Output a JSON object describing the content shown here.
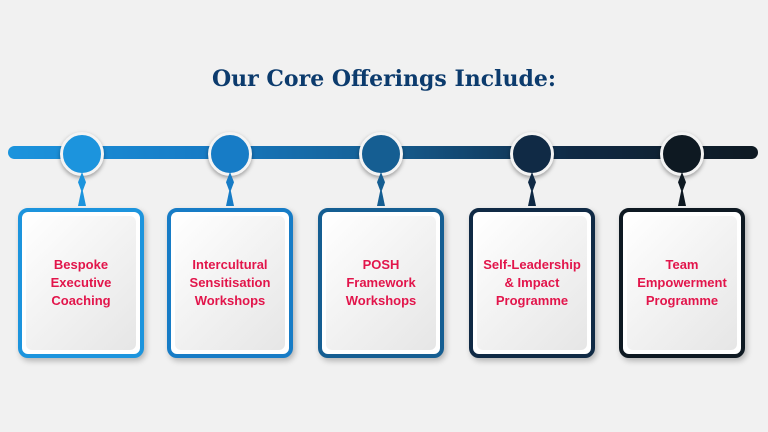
{
  "title": "Our Core Offerings Include:",
  "offerings": [
    {
      "label": "Bespoke\nExecutive\nCoaching",
      "color": "#1c94dd"
    },
    {
      "label": "Intercultural\nSensitisation\nWorkshops",
      "color": "#177cc6"
    },
    {
      "label": "POSH\nFramework\nWorkshops",
      "color": "#155e92"
    },
    {
      "label": "Self-Leadership\n& Impact\nProgramme",
      "color": "#102a45"
    },
    {
      "label": "Team\nEmpowerment\nProgramme",
      "color": "#0e1922"
    }
  ]
}
